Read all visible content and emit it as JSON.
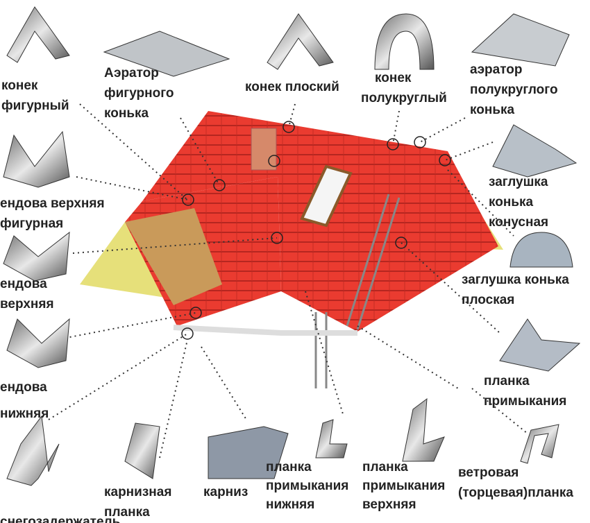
{
  "labels": {
    "konek_figurny": [
      "конек",
      "фигурный"
    ],
    "aerator_figurnogo": [
      "Аэратор",
      "фигурного",
      "конька"
    ],
    "konek_ploskiy": [
      "конек плоский"
    ],
    "konek_polukrugly": [
      "конек",
      "полукруглый"
    ],
    "aerator_polukruglogo": [
      "аэратор",
      "полукруглого",
      "конька"
    ],
    "endova_verhnyaya_figurnaya": [
      "ендова верхняя",
      "фигурная"
    ],
    "zaglushka_konusnaya": [
      "заглушка",
      "конька",
      "конусная"
    ],
    "endova_verhnyaya": [
      "ендова",
      "верхняя"
    ],
    "zaglushka_ploskaya": [
      "заглушка конька",
      "плоская"
    ],
    "endova_nizhnyaya": [
      "ендова",
      "нижняя"
    ],
    "planka_primykaniya": [
      "планка",
      "примыкания"
    ],
    "karniznaya_planka": [
      "карнизная",
      "планка"
    ],
    "karniz": [
      "карниз"
    ],
    "planka_nizhnyaya": [
      "планка",
      "примыкания",
      "нижняя"
    ],
    "planka_verhnyaya": [
      "планка",
      "примыкания",
      "верхняя"
    ],
    "vetrovaya": [
      "ветровая",
      "(торцевая)планка"
    ],
    "snegozaderzhatel": [
      "снегозадержатель"
    ]
  },
  "colors": {
    "roof": "#e8392f",
    "gable": "#e6e07a",
    "metal": "#9a9a9a"
  }
}
